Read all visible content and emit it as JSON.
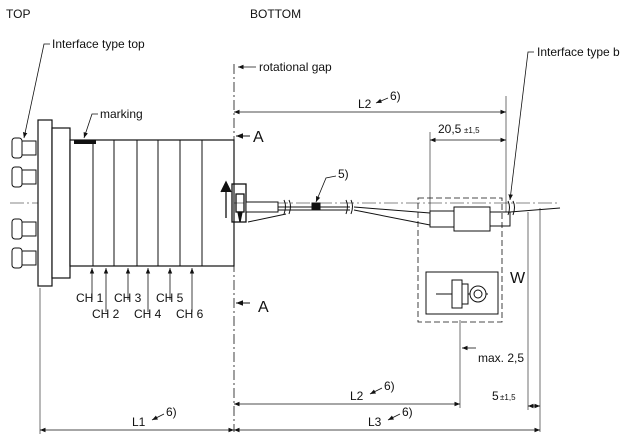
{
  "headers": {
    "top": "TOP",
    "bottom": "BOTTOM"
  },
  "callouts": {
    "interface_top": "Interface type top",
    "interface_bottom": "Interface type b",
    "marking": "marking",
    "rotational_gap": "rotational gap",
    "note5": "5)"
  },
  "dims": {
    "L2_top": "L2",
    "L2_top_note": "6)",
    "d20": "20,5",
    "d20_tol": "±1,5",
    "L2_bottom": "L2",
    "L2_bottom_note": "6)",
    "max": "max. 2,5",
    "d5": "5",
    "d5_tol": "±1,5",
    "L1": "L1",
    "L1_note": "6)",
    "L3": "L3",
    "L3_note": "6)"
  },
  "sections": {
    "a_top": "A",
    "a_bottom": "A",
    "w": "W"
  },
  "channels": [
    "CH 1",
    "CH 2",
    "CH 3",
    "CH 4",
    "CH 5",
    "CH 6"
  ]
}
